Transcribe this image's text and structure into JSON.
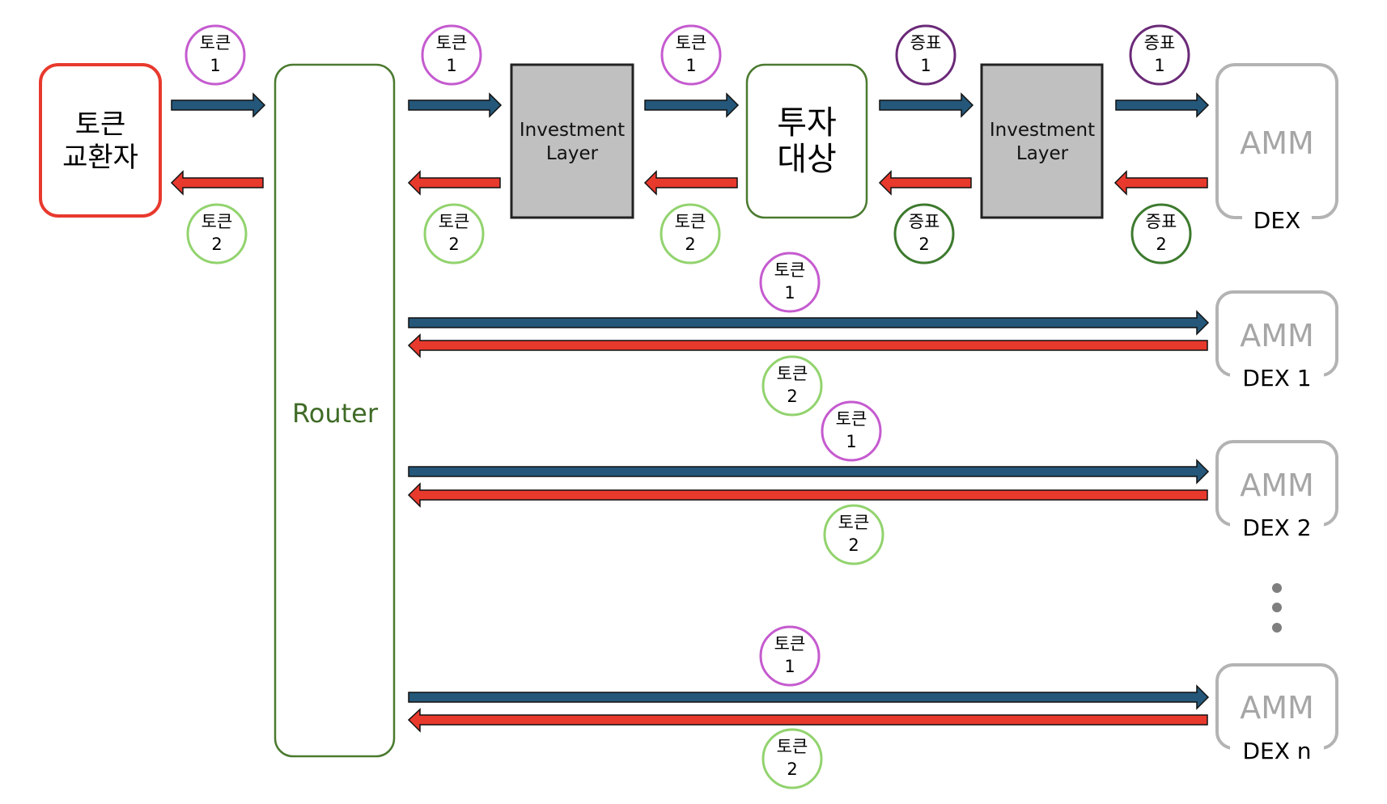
{
  "colors": {
    "token1": "#C55BCF",
    "token2": "#92D36E",
    "share1": "#6B2A78",
    "share2": "#3D7A2E",
    "forward_arrow": "#245779",
    "return_arrow": "#E8392D",
    "swapper_border": "#E8392D",
    "router_border": "#4A7A2F",
    "investment_fill": "#C0C0C0",
    "amm_border": "#B3B3B3"
  },
  "nodes": {
    "swapper": {
      "line1": "토큰",
      "line2": "교환자"
    },
    "router": {
      "label": "Router"
    },
    "investment_layer": {
      "line1": "Investment",
      "line2": "Layer"
    },
    "target": {
      "line1": "투자",
      "line2": "대상"
    },
    "amm": {
      "label": "AMM"
    },
    "dex": [
      "DEX",
      "DEX 1",
      "DEX 2",
      "DEX n"
    ],
    "ellipsis_icon": "vertical-ellipsis"
  },
  "badges": {
    "token": "토큰",
    "share": "증표",
    "one": "1",
    "two": "2"
  }
}
